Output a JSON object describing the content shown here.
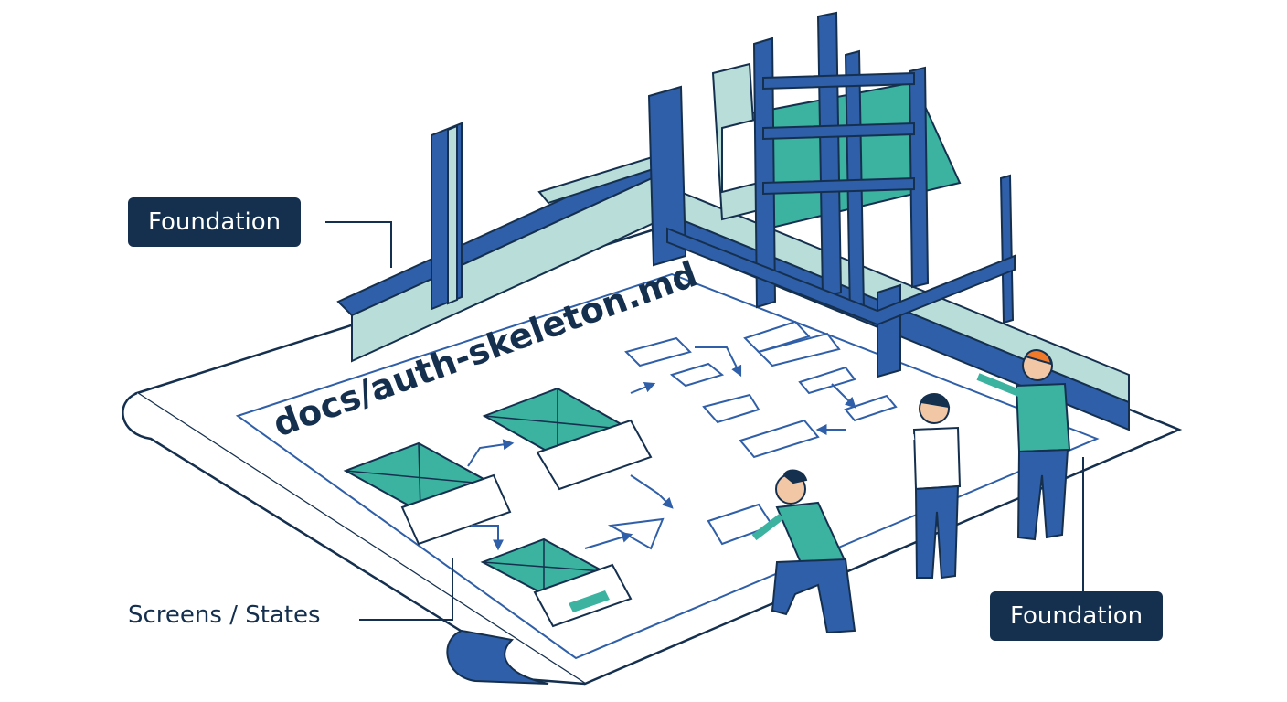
{
  "labels": {
    "foundation_top": "Foundation",
    "foundation_bottom": "Foundation",
    "screens_states": "Screens / States"
  },
  "blueprint": {
    "title": "docs/auth-skeleton.md"
  },
  "colors": {
    "navy": "#15304f",
    "steel_blue": "#2f5fa8",
    "teal": "#3bb3a0",
    "pale_teal": "#b9ddd8",
    "white": "#ffffff"
  },
  "icons": [
    "scaffold-structure",
    "blueprint-sheet",
    "wireframe-screen",
    "decision-diamond",
    "person"
  ]
}
